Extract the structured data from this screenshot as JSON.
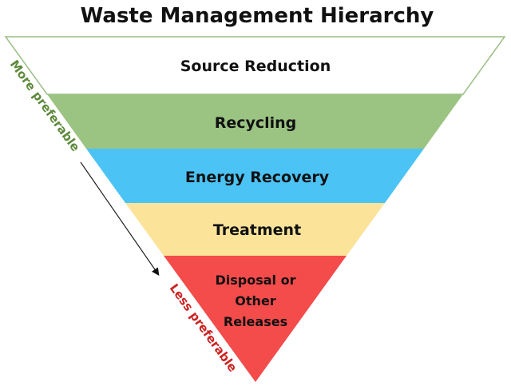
{
  "title": "Waste Management Hierarchy",
  "levels": [
    {
      "label": "Source Reduction",
      "color": "#ffffff"
    },
    {
      "label": "Recycling",
      "color": "#9bc482"
    },
    {
      "label": "Energy Recovery",
      "color": "#4cc3f5"
    },
    {
      "label": "Treatment",
      "color": "#fbe39a"
    },
    {
      "label_lines": [
        "Disposal or",
        "Other",
        "Releases"
      ],
      "color": "#f44b4b"
    }
  ],
  "side_labels": {
    "more": {
      "text": "More preferable",
      "color": "#5e8a3c"
    },
    "less": {
      "text": "Less preferable",
      "color": "#cc2222"
    }
  }
}
